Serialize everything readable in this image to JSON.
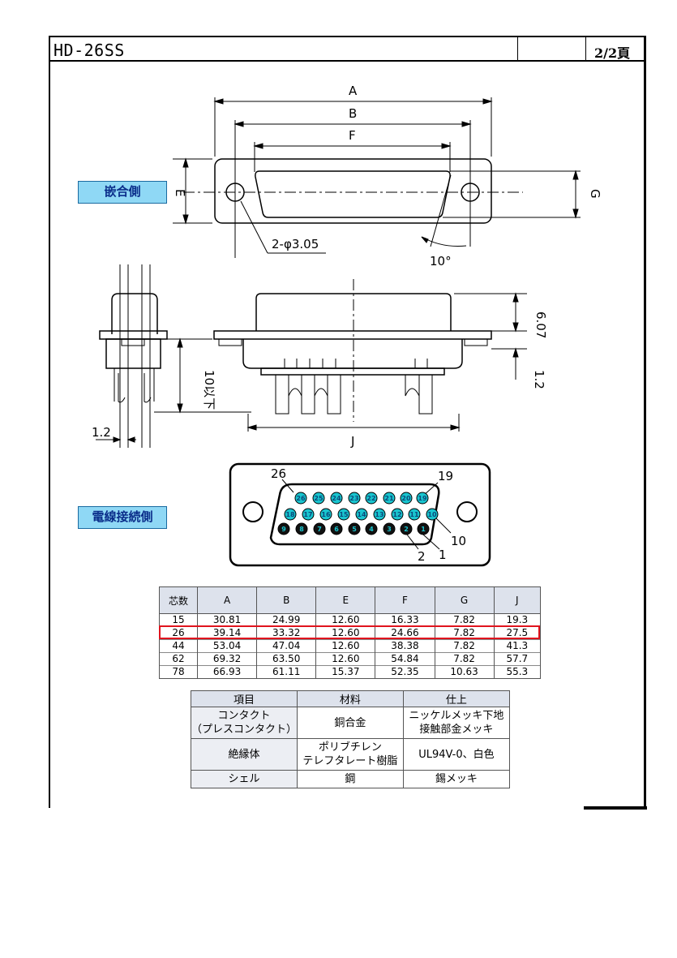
{
  "header": {
    "title": "HD-26SS",
    "page": "2/2頁"
  },
  "labels": {
    "mating_side": "嵌合側",
    "wiring_side": "電線接続側"
  },
  "dims": {
    "A": "A",
    "B": "B",
    "F": "F",
    "E": "E",
    "G": "G",
    "J": "J",
    "hole": "2-φ3.05",
    "angle": "10°",
    "h1": "6.07",
    "h2": "1.2",
    "len": "10以下",
    "left12": "1.2"
  },
  "pins": {
    "top": [
      "26",
      "25",
      "24",
      "23",
      "22",
      "21",
      "20",
      "19"
    ],
    "mid": [
      "18",
      "17",
      "16",
      "15",
      "14",
      "13",
      "12",
      "11",
      "10"
    ],
    "bot": [
      "9",
      "8",
      "7",
      "6",
      "5",
      "4",
      "3",
      "2",
      "1"
    ],
    "callouts": {
      "c26": "26",
      "c19": "19",
      "c10": "10",
      "c2": "2",
      "c1": "1"
    }
  },
  "dim_table": {
    "headers": [
      "芯数",
      "A",
      "B",
      "E",
      "F",
      "G",
      "J"
    ],
    "rows": [
      [
        "15",
        "30.81",
        "24.99",
        "12.60",
        "16.33",
        "7.82",
        "19.3"
      ],
      [
        "26",
        "39.14",
        "33.32",
        "12.60",
        "24.66",
        "7.82",
        "27.5"
      ],
      [
        "44",
        "53.04",
        "47.04",
        "12.60",
        "38.38",
        "7.82",
        "41.3"
      ],
      [
        "62",
        "69.32",
        "63.50",
        "12.60",
        "54.84",
        "7.82",
        "57.7"
      ],
      [
        "78",
        "66.93",
        "61.11",
        "15.37",
        "52.35",
        "10.63",
        "55.3"
      ]
    ]
  },
  "mat_table": {
    "headers": [
      "項目",
      "材料",
      "仕上"
    ],
    "rows": [
      {
        "item1": "コンタクト",
        "item2": "（プレスコンタクト）",
        "mat1": "銅合金",
        "mat2": "",
        "fin1": "ニッケルメッキ下地",
        "fin2": "接触部金メッキ"
      },
      {
        "item1": "絶縁体",
        "item2": "",
        "mat1": "ポリブチレン",
        "mat2": "テレフタレート樹脂",
        "fin1": "UL94V-0、白色",
        "fin2": ""
      },
      {
        "item1": "シェル",
        "item2": "",
        "mat1": "鋼",
        "mat2": "",
        "fin1": "錫メッキ",
        "fin2": ""
      }
    ]
  },
  "colors": {
    "pin": "#19c5cf",
    "highlight": "#e0141e",
    "label_bg": "#8fd8f5"
  }
}
